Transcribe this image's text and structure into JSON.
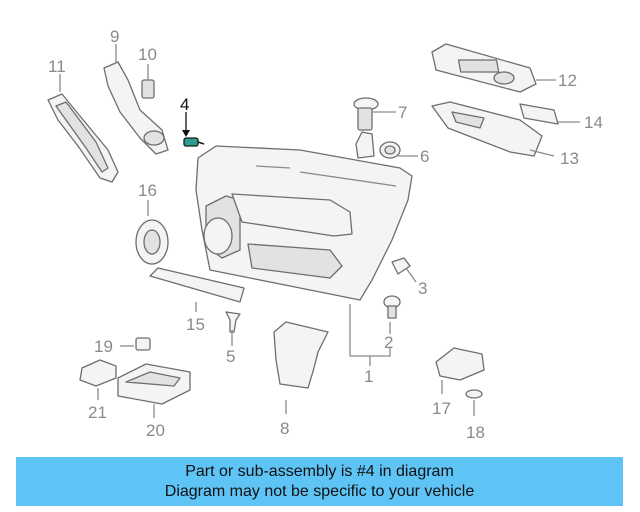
{
  "diagram": {
    "highlighted_part": "4",
    "callouts": [
      "1",
      "2",
      "3",
      "4",
      "5",
      "6",
      "7",
      "8",
      "9",
      "10",
      "11",
      "12",
      "13",
      "14",
      "15",
      "16",
      "17",
      "18",
      "19",
      "20",
      "21"
    ]
  },
  "banner": {
    "line1": "Part or sub-assembly is #4 in diagram",
    "line2": "Diagram may not be specific to your vehicle",
    "color": "#5ec3f5"
  },
  "colors": {
    "highlight": "#111111",
    "label": "#8a8a8a",
    "part_accent": "#2a9d8f"
  }
}
